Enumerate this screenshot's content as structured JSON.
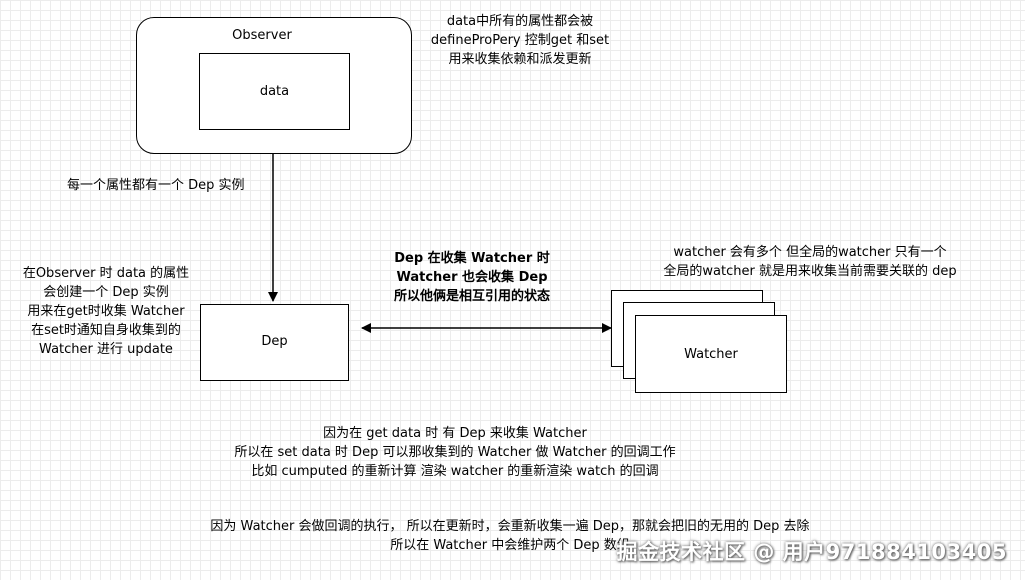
{
  "nodes": {
    "observer": {
      "label": "Observer"
    },
    "data": {
      "label": "data"
    },
    "dep": {
      "label": "Dep"
    },
    "watcher": {
      "label": "Watcher"
    }
  },
  "notes": {
    "top_right": [
      "data中所有的属性都会被",
      "defineProPery 控制get 和set",
      "用来收集依赖和派发更新"
    ],
    "arrow_label": "每一个属性都有一个 Dep 实例",
    "left": [
      "在Observer 时 data 的属性",
      "会创建一个 Dep 实例",
      "用来在get时收集 Watcher",
      "在set时通知自身收集到的",
      "Watcher 进行 update"
    ],
    "middle_bold": [
      "Dep 在收集 Watcher 时",
      "Watcher 也会收集 Dep",
      "所以他俩是相互引用的状态"
    ],
    "watcher_note": [
      "watcher 会有多个 但全局的watcher 只有一个",
      "全局的watcher 就是用来收集当前需要关联的 dep"
    ],
    "center": [
      "因为在 get data 时 有 Dep 来收集 Watcher",
      "所以在 set data 时 Dep 可以那收集到的 Watcher 做 Watcher 的回调工作",
      "比如 cumputed 的重新计算 渲染 watcher 的重新渲染 watch 的回调"
    ],
    "bottom": [
      "因为 Watcher 会做回调的执行， 所以在更新时，会重新收集一遍 Dep，那就会把旧的无用的 Dep 去除",
      "所以在 Watcher 中会维护两个 Dep 数组"
    ]
  },
  "watermark": "掘金技术社区 @ 用户971884103405"
}
